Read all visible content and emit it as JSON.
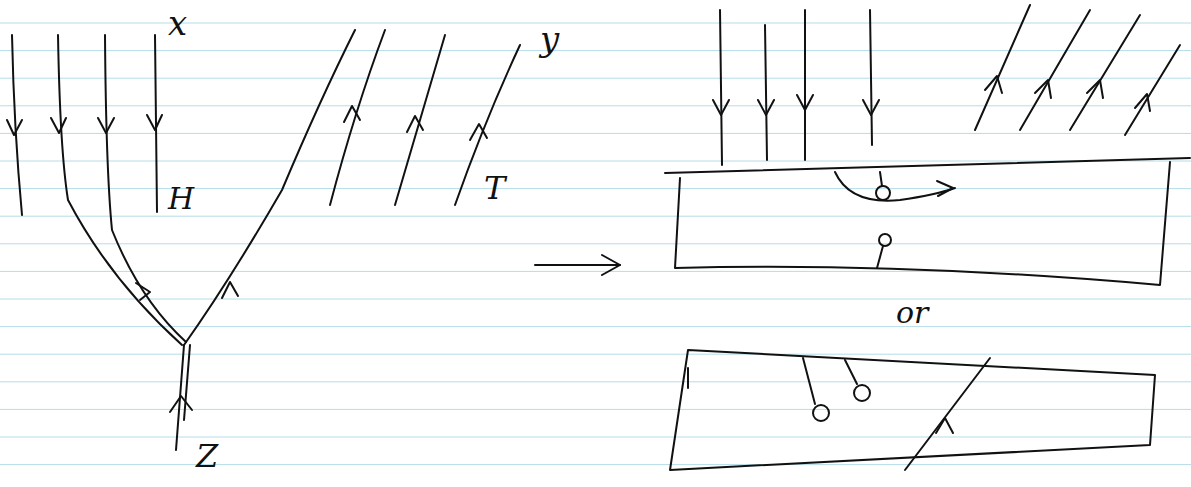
{
  "diagram": {
    "labels": [
      "x",
      "H",
      "T",
      "y",
      "Z",
      "or"
    ]
  }
}
